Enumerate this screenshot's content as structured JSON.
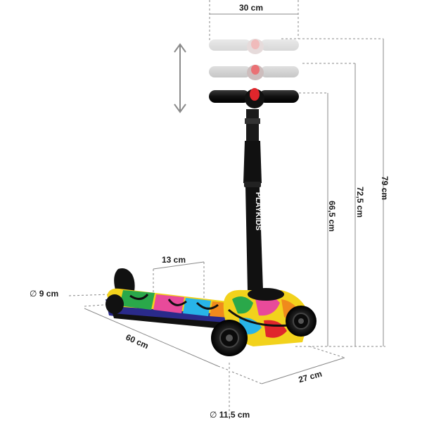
{
  "dimensions": {
    "handle_width": "30 cm",
    "height_max": "79 cm",
    "height_mid": "72,5 cm",
    "height_min": "66,5 cm",
    "deck_width": "13 cm",
    "rear_wheel": "9 cm",
    "length": "60 cm",
    "base_width": "27 cm",
    "front_wheel": "11,5 cm"
  },
  "brand": "PLAYKIDS",
  "colors": {
    "line": "#777777",
    "text": "#1a1a1a",
    "handle_red": "#e0262c",
    "frame": "#111111"
  }
}
